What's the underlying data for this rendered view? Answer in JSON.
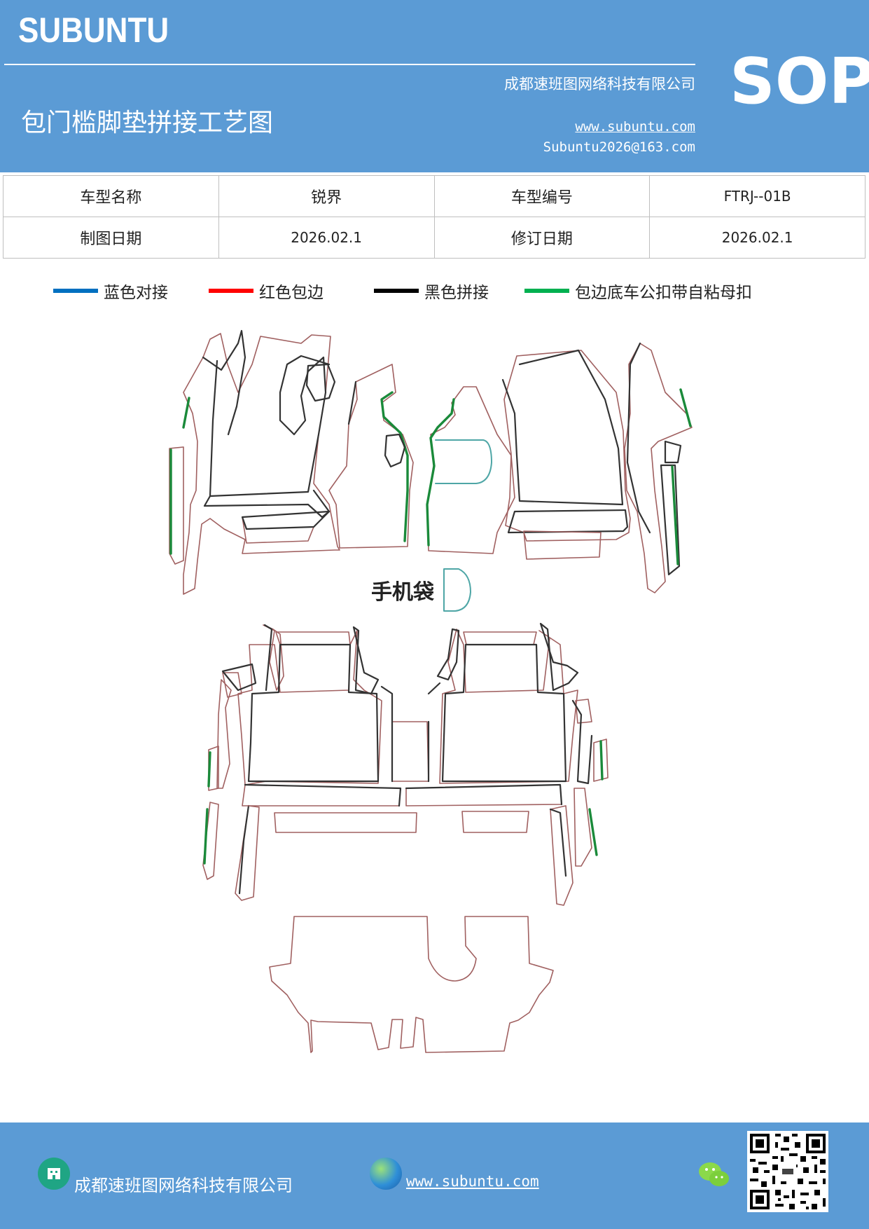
{
  "header": {
    "brand": "SUBUNTU",
    "company": "成都速班图网络科技有限公司",
    "title": "包门槛脚垫拼接工艺图",
    "website": "www.subuntu.com",
    "email": "Subuntu2026@163.com",
    "sop": "SOP"
  },
  "info": {
    "model_name_label": "车型名称",
    "model_name": "锐界",
    "model_code_label": "车型编号",
    "model_code": "FTRJ--01B",
    "draw_date_label": "制图日期",
    "draw_date": "2026.02.1",
    "revise_date_label": "修订日期",
    "revise_date": "2026.02.1"
  },
  "legend": [
    {
      "label": "蓝色对接",
      "color": "#0070c0"
    },
    {
      "label": "红色包边",
      "color": "#ff0000"
    },
    {
      "label": "黑色拼接",
      "color": "#000000"
    },
    {
      "label": "包边底车公扣带自粘母扣",
      "color": "#00b050"
    }
  ],
  "diagram": {
    "phone_bag_label": "手机袋",
    "colors": {
      "outline": "#a06060",
      "seam": "#333333",
      "velcro": "#1a8a3a",
      "butt": "#4ea6a6"
    }
  },
  "footer": {
    "company": "成都速班图网络科技有限公司",
    "website": "www.subuntu.com",
    "icons": [
      "company-icon",
      "globe-icon",
      "wechat-icon",
      "qr-code"
    ]
  }
}
